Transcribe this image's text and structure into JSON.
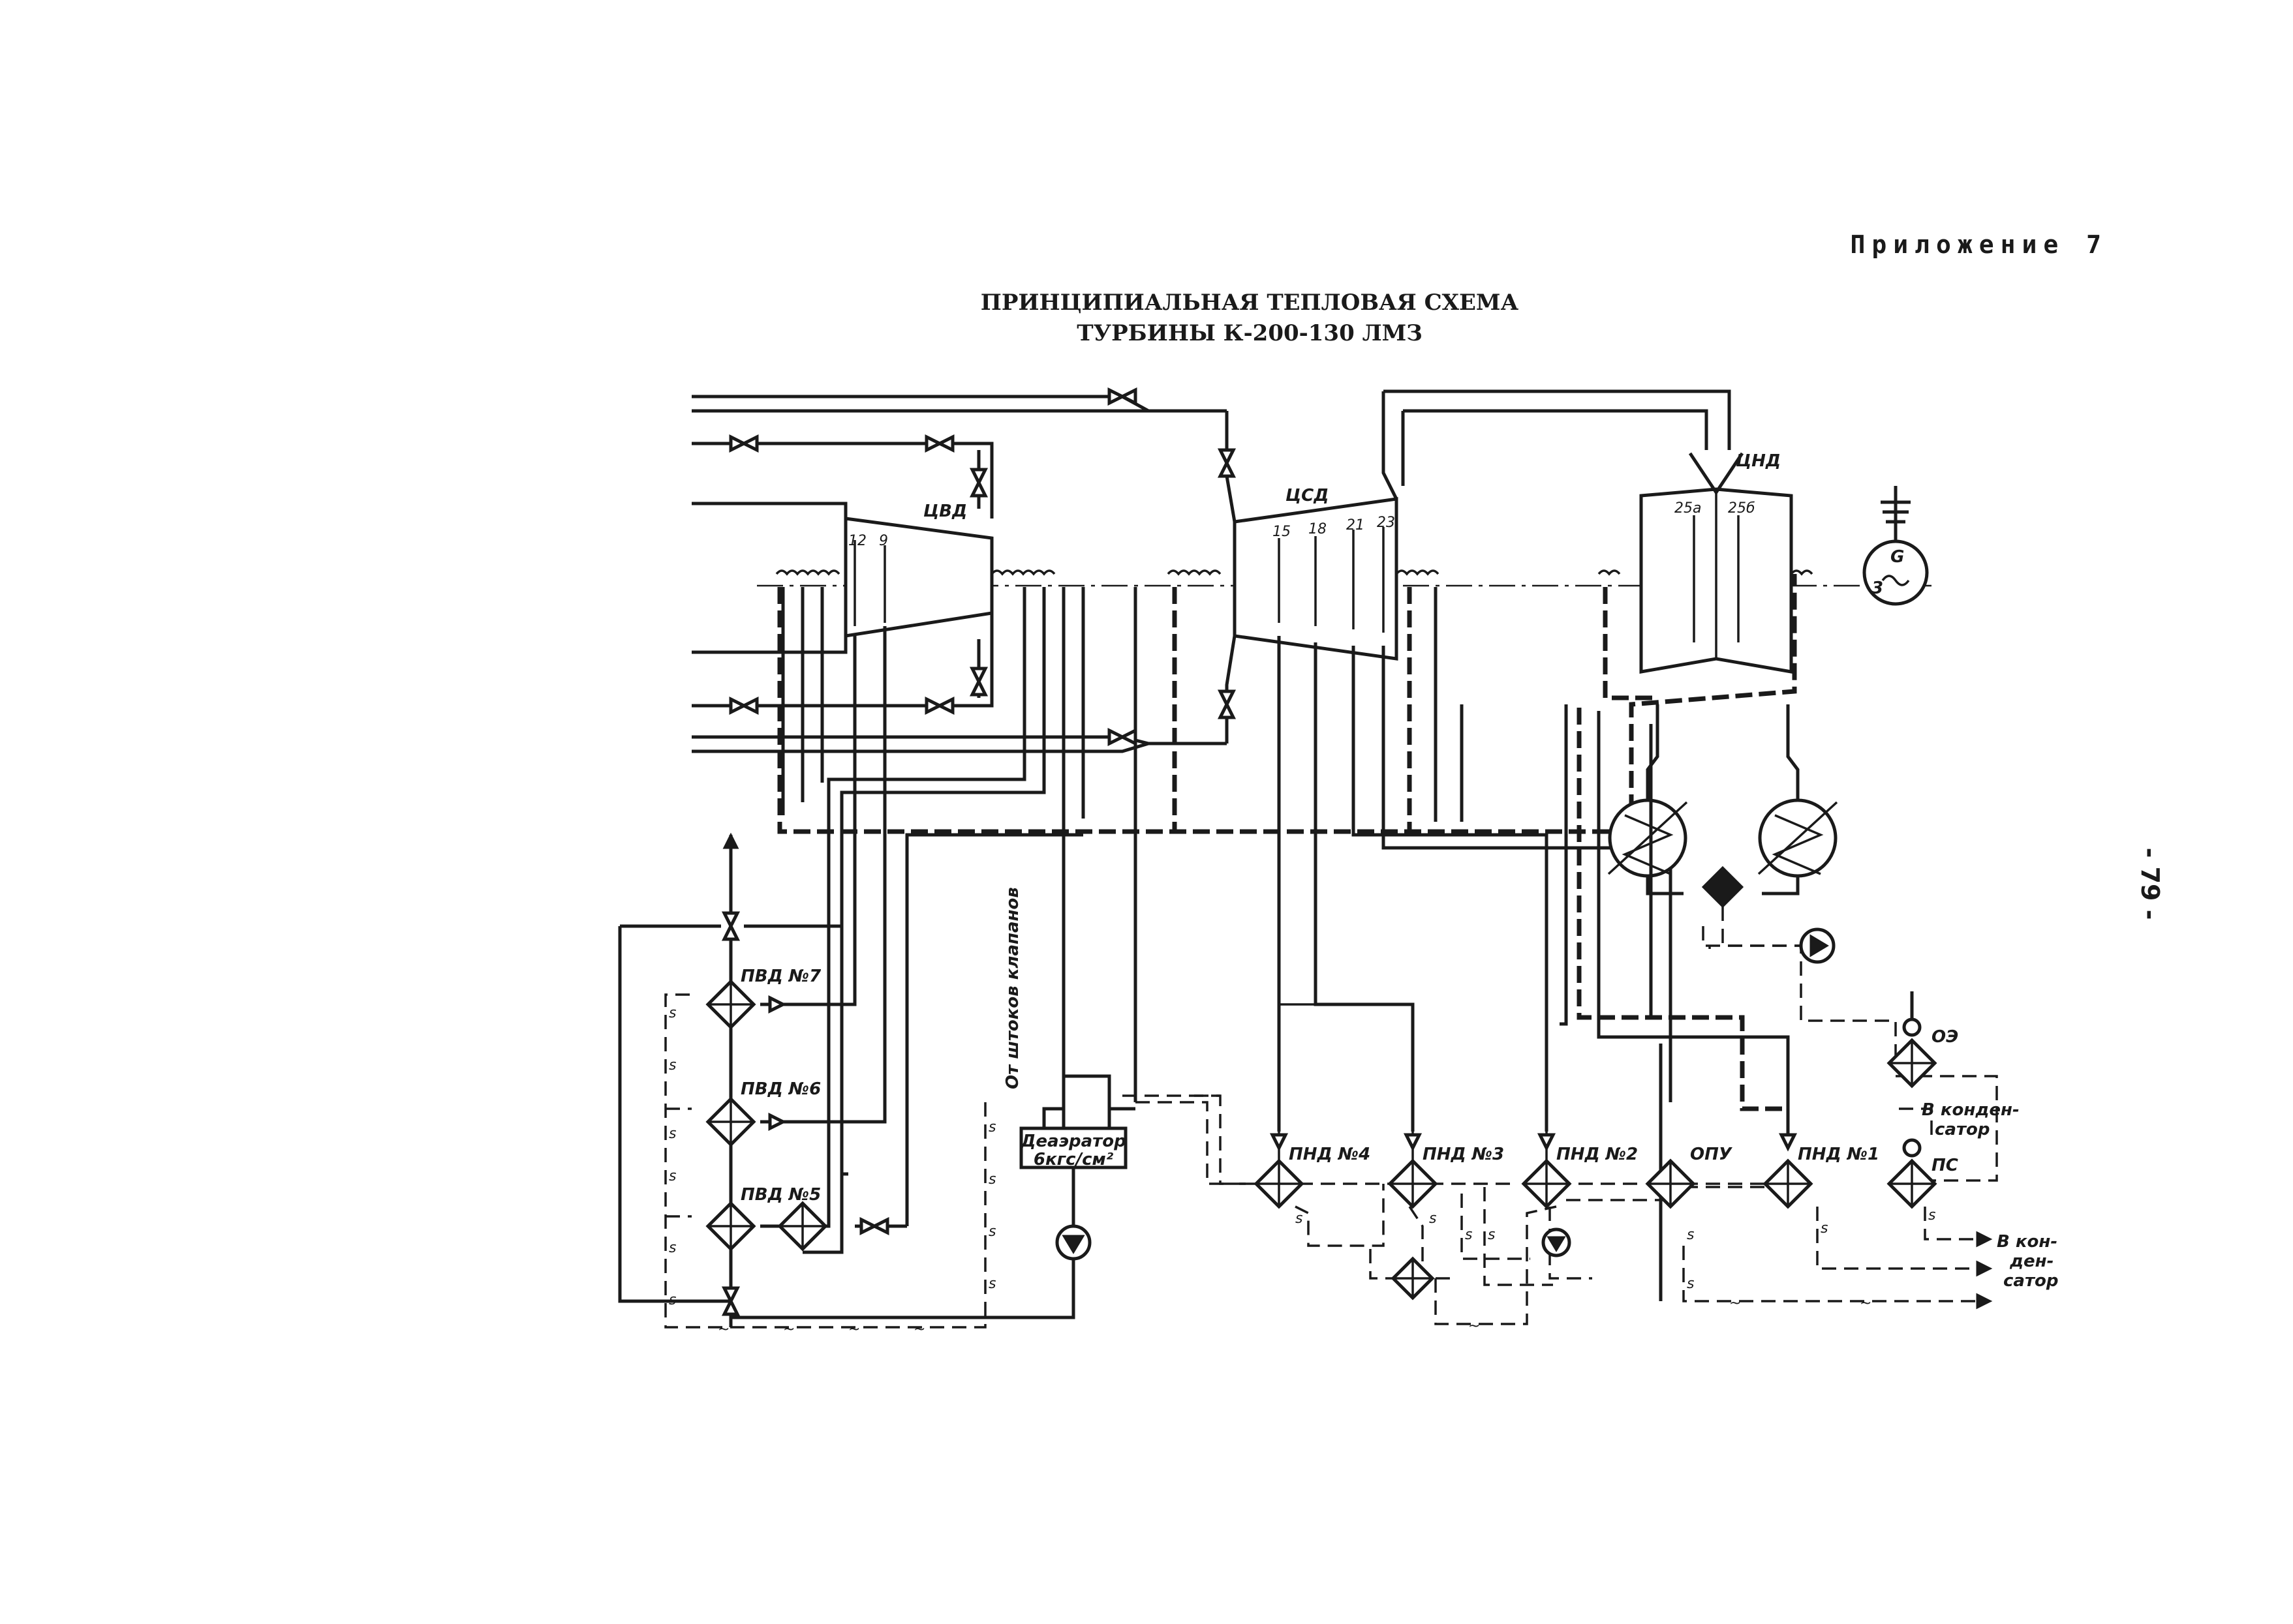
{
  "header": {
    "appendix": "Приложение 7",
    "title_line1": "ПРИНЦИПИАЛЬНАЯ ТЕПЛОВАЯ СХЕМА",
    "title_line2": "ТУРБИНЫ К-200-130 ЛМЗ",
    "page_number": "- 79 -"
  },
  "turbine": {
    "hp_cylinder": "ЦВД",
    "ip_cylinder": "ЦСД",
    "lp_cylinder": "ЦНД",
    "hp_stages": [
      "12",
      "9"
    ],
    "ip_stages": [
      "15",
      "18",
      "21",
      "23"
    ],
    "lp_stages": [
      "25а",
      "25б"
    ]
  },
  "generator": {
    "top": "G",
    "bottom": "3"
  },
  "heaters": {
    "hph7": "ПВД №7",
    "hph6": "ПВД №6",
    "hph5": "ПВД №5",
    "lph4": "ПНД №4",
    "lph3": "ПНД №3",
    "lph2": "ПНД №2",
    "lph1": "ПНД №1",
    "opu": "ОПУ",
    "ps": "ПС",
    "oe": "ОЭ"
  },
  "deaerator": {
    "line1": "Деаэратор",
    "line2": "6кгс/см²"
  },
  "notes": {
    "valve_stems": "От штоков клапанов",
    "to_condenser_1": [
      "В конден-",
      "сатор"
    ],
    "to_condenser_2": [
      "В кон-",
      "ден-",
      "сатор"
    ]
  },
  "drain_marks": {
    "s": "s",
    "z": "~"
  }
}
